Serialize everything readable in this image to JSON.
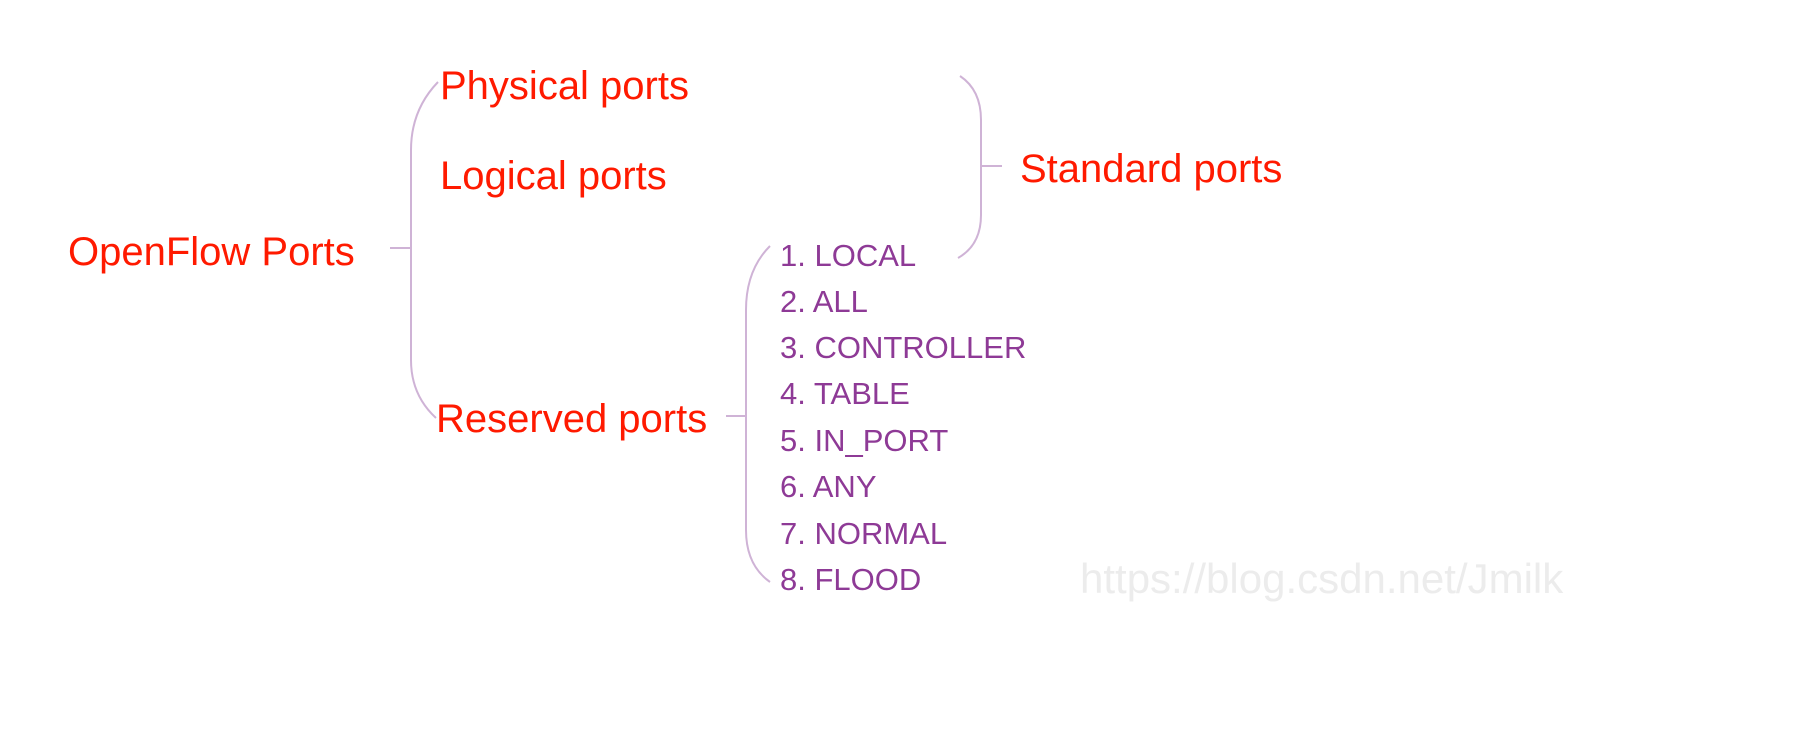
{
  "root": "OpenFlow Ports",
  "branches": {
    "physical": "Physical ports",
    "logical": "Logical ports",
    "reserved": "Reserved ports"
  },
  "group_label": "Standard ports",
  "reserved_items": [
    "1. LOCAL",
    "2. ALL",
    "3. CONTROLLER",
    "4. TABLE",
    "5. IN_PORT",
    "6. ANY",
    "7. NORMAL",
    "8. FLOOD"
  ],
  "watermark": "https://blog.csdn.net/Jmilk",
  "colors": {
    "node_text": "#ff1a00",
    "item_text": "#8e3a96",
    "connector": "#cfb3d6"
  }
}
